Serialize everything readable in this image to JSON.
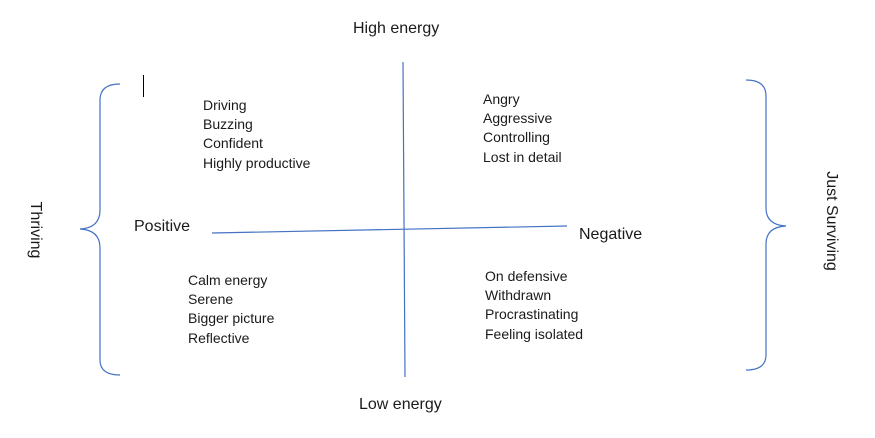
{
  "axis_labels": {
    "top": "High energy",
    "bottom": "Low energy",
    "left": "Positive",
    "right": "Negative"
  },
  "side_labels": {
    "left": "Thriving",
    "right": "Just Surviving"
  },
  "quadrants": {
    "top_left": [
      "Driving",
      "Buzzing",
      "Confident",
      "Highly productive"
    ],
    "top_right": [
      "Angry",
      "Aggressive",
      "Controlling",
      "Lost in detail"
    ],
    "bottom_left": [
      "Calm energy",
      "Serene",
      "Bigger picture",
      "Reflective"
    ],
    "bottom_right": [
      "On defensive",
      "Withdrawn",
      "Procrastinating",
      "Feeling isolated"
    ]
  },
  "colors": {
    "line": "#4472c4",
    "text": "#1a1a1a"
  }
}
